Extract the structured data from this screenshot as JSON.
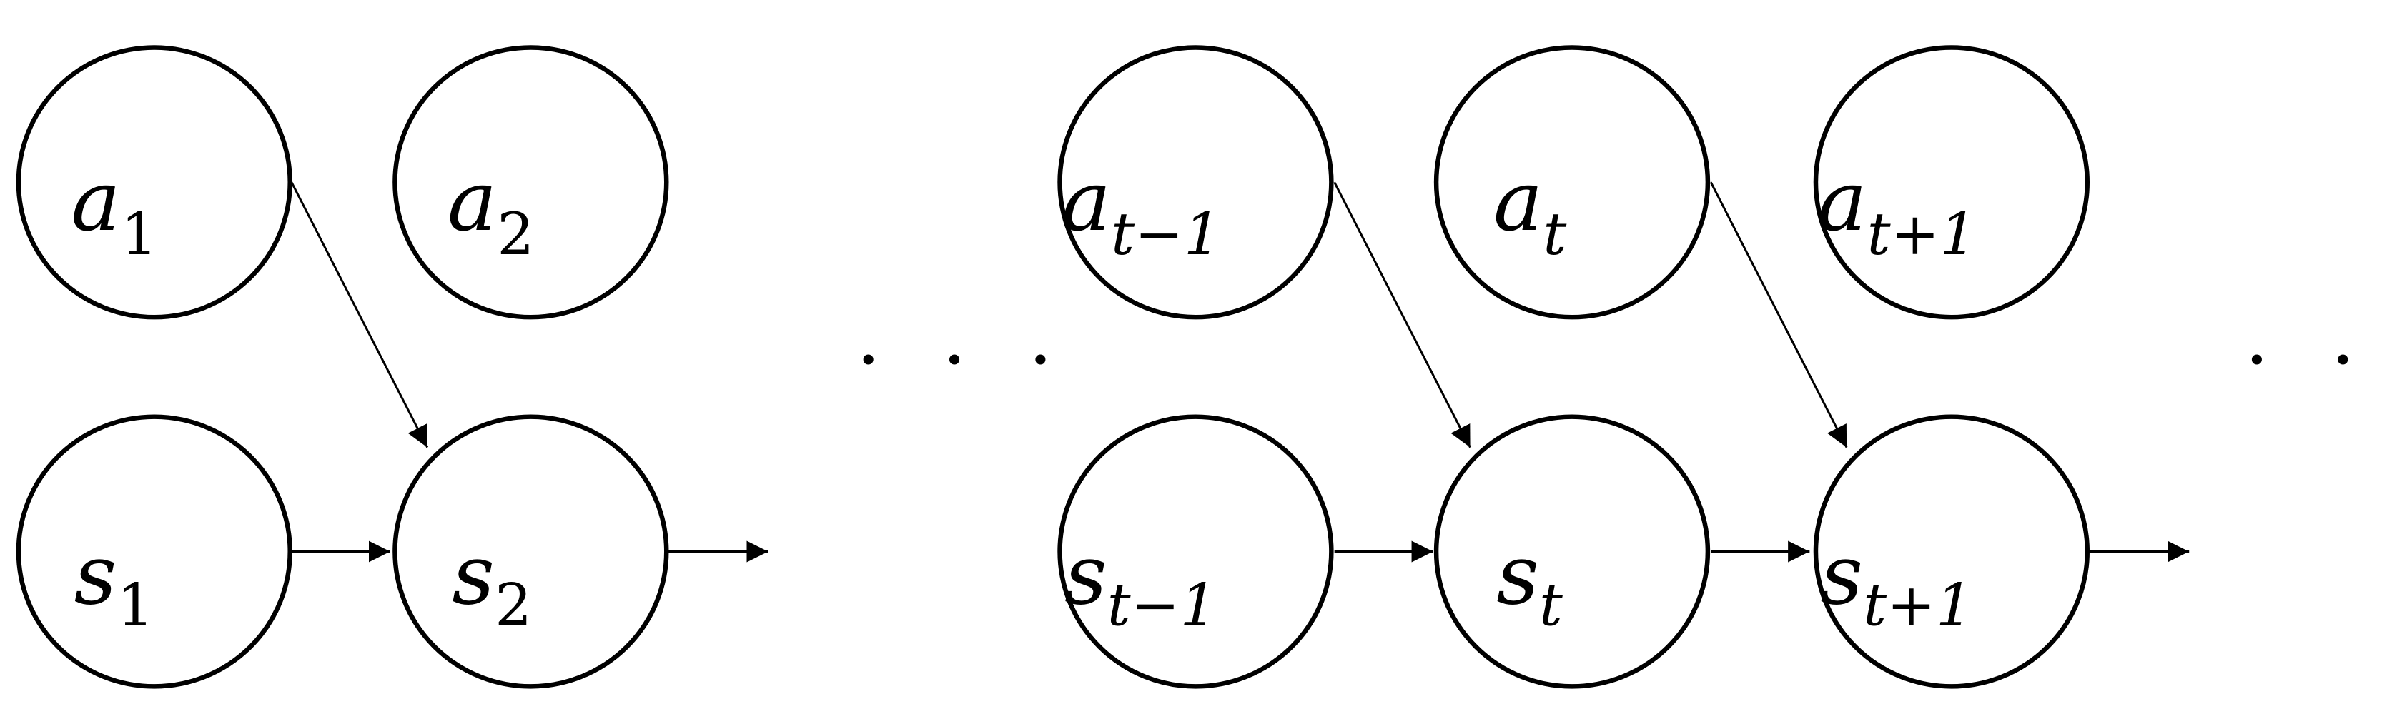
{
  "diagram": {
    "nodes": [
      {
        "id": "a1",
        "label": "a",
        "subscript": "1"
      },
      {
        "id": "a2",
        "label": "a",
        "subscript": "2"
      },
      {
        "id": "a_t-1",
        "label": "a",
        "subscript": "t−1"
      },
      {
        "id": "a_t",
        "label": "a",
        "subscript": "t"
      },
      {
        "id": "a_t+1",
        "label": "a",
        "subscript": "t+1"
      },
      {
        "id": "s1",
        "label": "s",
        "subscript": "1"
      },
      {
        "id": "s2",
        "label": "s",
        "subscript": "2"
      },
      {
        "id": "s_t-1",
        "label": "s",
        "subscript": "t−1"
      },
      {
        "id": "s_t",
        "label": "s",
        "subscript": "t"
      },
      {
        "id": "s_t+1",
        "label": "s",
        "subscript": "t+1"
      }
    ],
    "edges": [
      {
        "from": "a1",
        "to": "s2"
      },
      {
        "from": "a_t-1",
        "to": "s_t"
      },
      {
        "from": "a_t",
        "to": "s_t+1"
      },
      {
        "from": "s1",
        "to": "s2"
      },
      {
        "from": "s2",
        "to": "continuation"
      },
      {
        "from": "s_t-1",
        "to": "s_t"
      },
      {
        "from": "s_t",
        "to": "s_t+1"
      },
      {
        "from": "s_t+1",
        "to": "continuation"
      }
    ],
    "ellipses": [
      "· · ·",
      "· · ·"
    ],
    "colors": {
      "stroke": "#000000",
      "fill": "#ffffff"
    }
  }
}
